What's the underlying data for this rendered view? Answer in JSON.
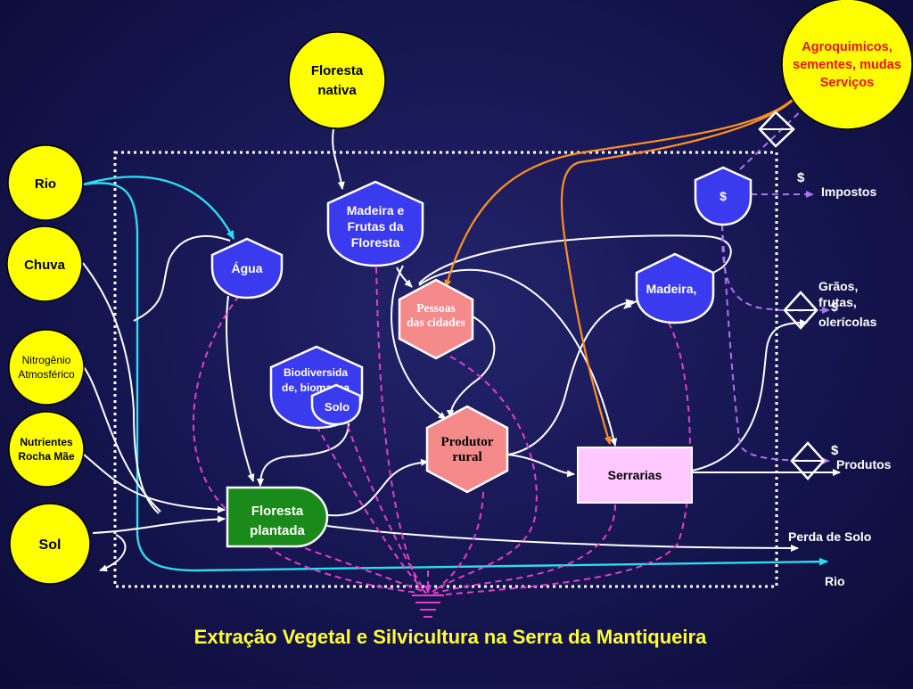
{
  "title": "Extração Vegetal e Silvicultura na Serra da Mantiqueira",
  "sources": {
    "floresta_nativa": [
      "Floresta",
      "nativa"
    ],
    "rio": "Rio",
    "chuva": "Chuva",
    "nitrogenio": [
      "Nitrogênio",
      "Atmosférico"
    ],
    "nutrientes": [
      "Nutrientes",
      "Rocha Mãe"
    ],
    "sol": "Sol",
    "agroquimicos": [
      "Agroquimicos,",
      "sementes, mudas",
      "Serviços"
    ]
  },
  "storages": {
    "agua": "Água",
    "madeira_frutas": [
      "Madeira e",
      "Frutas da",
      "Floresta"
    ],
    "biodiversidade": [
      "Biodiversida",
      "de, biomassa"
    ],
    "solo": "Solo",
    "dinheiro": "$",
    "madeira": "Madeira,"
  },
  "producers": {
    "floresta_plantada": [
      "Floresta",
      "plantada"
    ]
  },
  "consumers": {
    "pessoas": [
      "Pessoas",
      "das cidades"
    ],
    "produtor_rural": [
      "Produtor",
      "rural"
    ],
    "serrarias": "Serrarias"
  },
  "outputs": {
    "impostos": "Impostos",
    "impostos_symbol": "$",
    "graos": [
      "Grãos,",
      "frutas,",
      "olerícolas"
    ],
    "graos_symbol": "$",
    "produtos": "Produtos",
    "produtos_symbol": "$",
    "perda_solo": "Perda de Solo",
    "rio_saida": "Rio"
  },
  "colors": {
    "source_fill": "#ffff00",
    "storage_fill": "#3a3aee",
    "consumer_fill": "#f58a8a",
    "producer_fill": "#1a8a1a",
    "serrarias_fill": "#ffc8ff",
    "title_color": "#ffff33",
    "agro_text": "#ee1111",
    "energy_flow": "#ffffff",
    "heat_sink_flow": "#e040c8",
    "money_flow": "#b070f0",
    "purchased_input": "#ff9020",
    "water_flow": "#30d8f0"
  }
}
